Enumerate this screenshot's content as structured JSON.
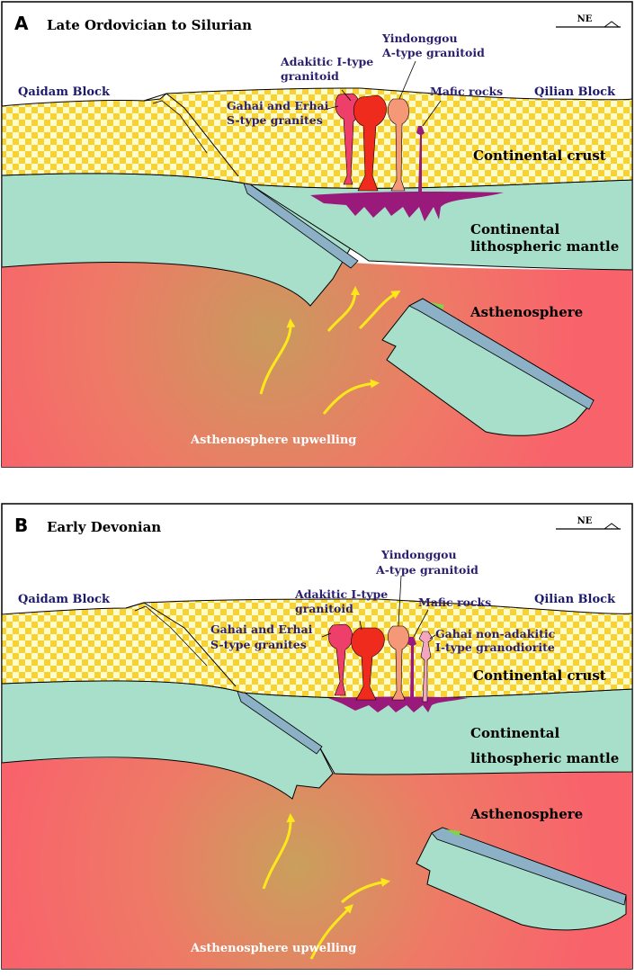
{
  "panels": [
    {
      "letter": "A",
      "title": "Late Ordovician to Silurian",
      "compass": "NE",
      "blocks": {
        "left": "Qaidam Block",
        "right": "Qilian Block"
      },
      "rocks": {
        "s_type": [
          "Gahai and Erhai",
          "S-type granites"
        ],
        "adakitic": [
          "Adakitic I-type",
          "granitoid"
        ],
        "a_type": [
          "Yindonggou",
          "A-type granitoid"
        ],
        "mafic": "Mafic rocks"
      },
      "layers": {
        "crust": "Continental crust",
        "mantle": [
          "Continental",
          "lithospheric mantle"
        ],
        "astheno": "Asthenosphere",
        "upwelling": "Asthenosphere upwelling"
      }
    },
    {
      "letter": "B",
      "title": "Early Devonian",
      "compass": "NE",
      "blocks": {
        "left": "Qaidam Block",
        "right": "Qilian Block"
      },
      "rocks": {
        "s_type": [
          "Gahai and Erhai",
          "S-type granites"
        ],
        "adakitic": [
          "Adakitic I-type",
          "granitoid"
        ],
        "a_type": [
          "Yindonggou",
          "A-type granitoid"
        ],
        "mafic": "Mafic rocks",
        "non_adakitic": [
          "Gahai non-adakitic",
          "I-type granodiorite"
        ]
      },
      "layers": {
        "crust": "Continental crust",
        "mantle": [
          "Continental",
          "lithospheric mantle"
        ],
        "astheno": "Asthenosphere",
        "upwelling": "Asthenosphere upwelling"
      }
    }
  ],
  "colors": {
    "crust_base": "#fffccb",
    "crust_check": "#f8d132",
    "mantle": "#a7dfca",
    "slab_edge": "#8cb0c6",
    "astheno_hot": "#f8636b",
    "astheno_warm": "#c99a5e",
    "arrow": "#ffe81a",
    "s_type": "#ee3f6a",
    "adakitic": "#ef2b1e",
    "a_type": "#f59878",
    "mafic": "#991a7a",
    "non_adakitic": "#f3a6bd",
    "block_label": "#1d1a6b"
  }
}
